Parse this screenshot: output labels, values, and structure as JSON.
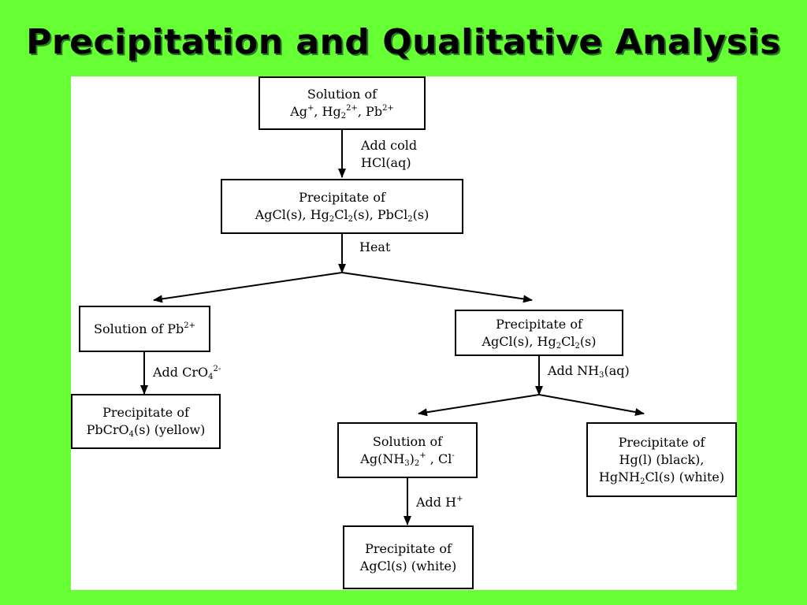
{
  "slide_title": "Precipitation and Qualitative Analysis",
  "nodes": {
    "start": {
      "line1": "Solution of",
      "line2": [
        "Ag",
        "+",
        ", Hg",
        "2",
        "2+",
        ", Pb",
        "2+"
      ]
    },
    "chlorides": {
      "line1": "Precipitate of",
      "line2": [
        "AgCl(s), Hg",
        "2",
        "Cl",
        "2",
        "(s), PbCl",
        "2",
        "(s)"
      ]
    },
    "lead_solution": {
      "line1": [
        "Solution of Pb",
        "2+"
      ]
    },
    "lead_chromate": {
      "line1": "Precipitate of",
      "line2": [
        "PbCrO",
        "4",
        "(s) (yellow)"
      ]
    },
    "silver_mercury": {
      "line1": "Precipitate of",
      "line2": [
        "AgCl(s),  Hg",
        "2",
        "Cl",
        "2",
        "(s)"
      ]
    },
    "silver_ammine": {
      "line1": "Solution of",
      "line2": [
        "Ag(NH",
        "3",
        ")",
        "2",
        "+",
        " , Cl",
        "-"
      ]
    },
    "mercury_ppt": {
      "line1": "Precipitate of",
      "line2": "Hg(l) (black),",
      "line3": [
        "HgNH",
        "2",
        "Cl(s) (white)"
      ]
    },
    "silver_chloride": {
      "line1": "Precipitate of",
      "line2": "AgCl(s) (white)"
    }
  },
  "steps": {
    "add_cold_hcl": {
      "line1": "Add cold",
      "line2": "HCl(aq)"
    },
    "heat": {
      "line1": "Heat"
    },
    "add_chromate": [
      "Add CrO",
      "4",
      "2-"
    ],
    "add_ammonia": [
      "Add NH",
      "3",
      "(aq)"
    ],
    "add_acid": [
      "Add H",
      "+"
    ]
  }
}
